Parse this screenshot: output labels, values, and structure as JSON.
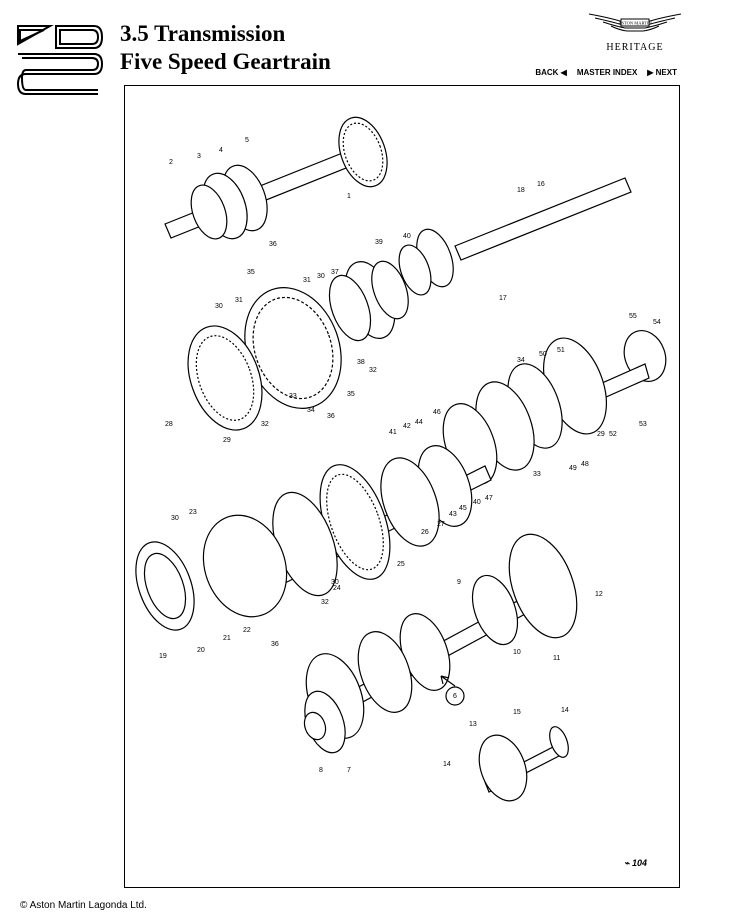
{
  "header": {
    "title_line1": "3.5 Transmission",
    "title_line2": "Five Speed Geartrain"
  },
  "brand": {
    "name": "ASTON MARTIN",
    "subtitle": "HERITAGE"
  },
  "nav": {
    "back": "BACK ◀",
    "master_index": "MASTER INDEX",
    "next": "▶ NEXT"
  },
  "figure": {
    "ref": "104",
    "callouts": [
      "1",
      "2",
      "3",
      "4",
      "5",
      "6",
      "7",
      "8",
      "9",
      "10",
      "11",
      "12",
      "13",
      "14",
      "14",
      "15",
      "16",
      "17",
      "18",
      "19",
      "20",
      "21",
      "22",
      "23",
      "24",
      "25",
      "26",
      "27",
      "28",
      "29",
      "29",
      "30",
      "30",
      "30",
      "30",
      "31",
      "31",
      "32",
      "32",
      "32",
      "33",
      "33",
      "34",
      "34",
      "35",
      "35",
      "36",
      "36",
      "36",
      "37",
      "38",
      "39",
      "40",
      "40",
      "41",
      "42",
      "43",
      "44",
      "45",
      "46",
      "47",
      "48",
      "49",
      "50",
      "51",
      "52",
      "53",
      "54",
      "55"
    ]
  },
  "footer": {
    "copyright": "© Aston Martin Lagonda Ltd."
  }
}
